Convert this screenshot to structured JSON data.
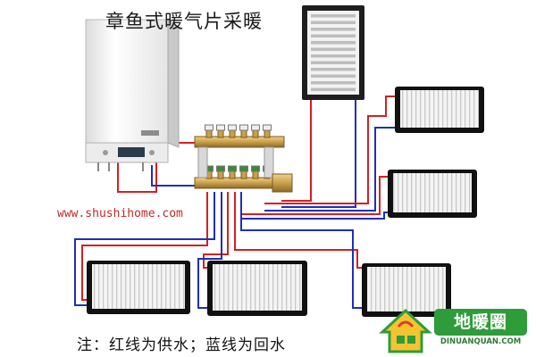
{
  "diagram": {
    "title": "章鱼式暖气片采暖",
    "watermark_url": "www.shushihome.com",
    "note": "注：红线为供水；蓝线为回水",
    "brand": {
      "name_cn": "地暖圈",
      "name_en": "DINUANQUAN.COM"
    },
    "colors": {
      "supply_line": "#d42020",
      "return_line": "#1f2fb8",
      "brand_green": "#2e9c3a",
      "manifold_brass": "#c9a04a"
    },
    "components": [
      {
        "id": "boiler",
        "icon": "wall-hung-boiler-icon"
      },
      {
        "id": "manifold",
        "icon": "brass-manifold-icon"
      },
      {
        "id": "towel-radiator",
        "icon": "towel-radiator-icon"
      },
      {
        "id": "radiator-1",
        "icon": "panel-radiator-icon"
      },
      {
        "id": "radiator-2",
        "icon": "panel-radiator-icon"
      },
      {
        "id": "radiator-3",
        "icon": "panel-radiator-icon"
      },
      {
        "id": "radiator-4",
        "icon": "panel-radiator-icon"
      },
      {
        "id": "radiator-5",
        "icon": "panel-radiator-icon"
      }
    ]
  }
}
